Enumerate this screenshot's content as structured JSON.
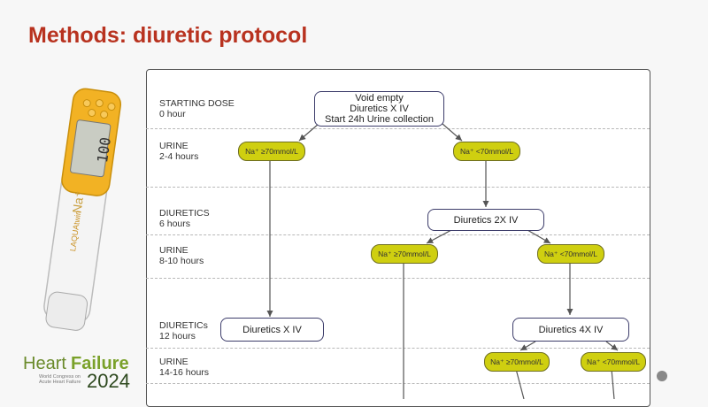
{
  "slide_title": "Methods: diuretic protocol",
  "rows": [
    {
      "line1": "STARTING DOSE",
      "line2": "0 hour"
    },
    {
      "line1": "URINE",
      "line2": "2-4 hours"
    },
    {
      "line1": "DIURETICS",
      "line2": "6 hours"
    },
    {
      "line1": "URINE",
      "line2": "8-10 hours"
    },
    {
      "line1": "DIURETICs",
      "line2": "12 hours"
    },
    {
      "line1": "URINE",
      "line2": "14-16 hours"
    }
  ],
  "start_box": {
    "line1": "Void empty",
    "line2": "Diuretics X IV",
    "line3": "Start 24h Urine collection"
  },
  "diuretics_2x": "Diuretics 2X IV",
  "diuretics_x_12h": "Diuretics X IV",
  "diuretics_4x": "Diuretics 4X IV",
  "pills": {
    "r1_high": "Na⁺ ≥70mmol/L",
    "r1_low": "Na⁺ <70mmol/L",
    "r3_high": "Na⁺ ≥70mmol/L",
    "r3_low": "Na⁺ <70mmol/L",
    "r5_high": "Na⁺ ≥70mmol/L",
    "r5_low": "Na⁺ <70mmol/L"
  },
  "device": {
    "brand": "LAQUAtwin",
    "ion": "Na⁺",
    "reading": "100"
  },
  "logo": {
    "heart": "Heart",
    "failure": "Failure",
    "small1": "World Congress on",
    "small2": "Acute Heart Failure",
    "year": "2024"
  },
  "colors": {
    "title": "#b8321f",
    "pill_fill": "#cfcf10",
    "box_border": "#3c3c6a",
    "device_yellow": "#f2b224"
  }
}
